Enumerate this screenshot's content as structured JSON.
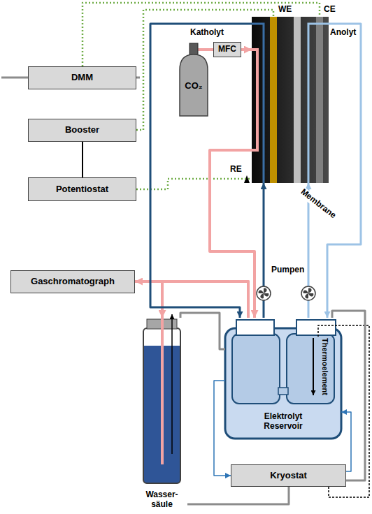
{
  "diagram": {
    "nodes": [
      {
        "text": [
          "DMM"
        ]
      },
      {
        "text": [
          "Booster"
        ]
      },
      {
        "text": [
          "Potentiostat"
        ]
      },
      {
        "text": [
          "CO₂"
        ]
      },
      {
        "text": [
          "MFC"
        ]
      },
      {
        "text": [
          "WE",
          "CE"
        ]
      },
      {
        "text": [
          "Gaschromatograph"
        ]
      },
      {
        "text": [
          "Elektrolyt Reservoir"
        ]
      },
      {
        "text": [
          "Wasser- säule"
        ]
      },
      {
        "text": [
          "Kryostat"
        ]
      }
    ],
    "edges": [
      {
        "from": 0,
        "to": 5,
        "arrow": "none"
      },
      {
        "from": 1,
        "to": 5,
        "arrow": "none"
      },
      {
        "from": 2,
        "to": 5,
        "arrow": "none"
      },
      {
        "from": 1,
        "to": 2,
        "arrow": "none"
      },
      {
        "from": 3,
        "to": 4,
        "arrow": "none"
      },
      {
        "from": 4,
        "to": 5,
        "arrow": "to"
      },
      {
        "from": 5,
        "to": 7,
        "arrow": "to"
      },
      {
        "from": 7,
        "to": 6,
        "arrow": "to"
      },
      {
        "from": 7,
        "to": 8,
        "arrow": "to"
      },
      {
        "from": 7,
        "to": 5,
        "arrow": "to"
      },
      {
        "from": 5,
        "to": 7,
        "arrow": "to"
      },
      {
        "from": 7,
        "to": 5,
        "arrow": "to"
      },
      {
        "from": 5,
        "to": 7,
        "arrow": "to"
      },
      {
        "from": 8,
        "to": 9,
        "arrow": "none"
      },
      {
        "from": 8,
        "to": 7,
        "arrow": "none"
      },
      {
        "from": 7,
        "to": 9,
        "arrow": "to"
      },
      {
        "from": 9,
        "to": 7,
        "arrow": "to"
      },
      {
        "from": 9,
        "to": 7,
        "arrow": "none"
      }
    ],
    "labels": [
      "Katholyt",
      "Anolyt",
      "RE",
      "Membrane",
      "Pumpen",
      "Thermoelement"
    ]
  }
}
